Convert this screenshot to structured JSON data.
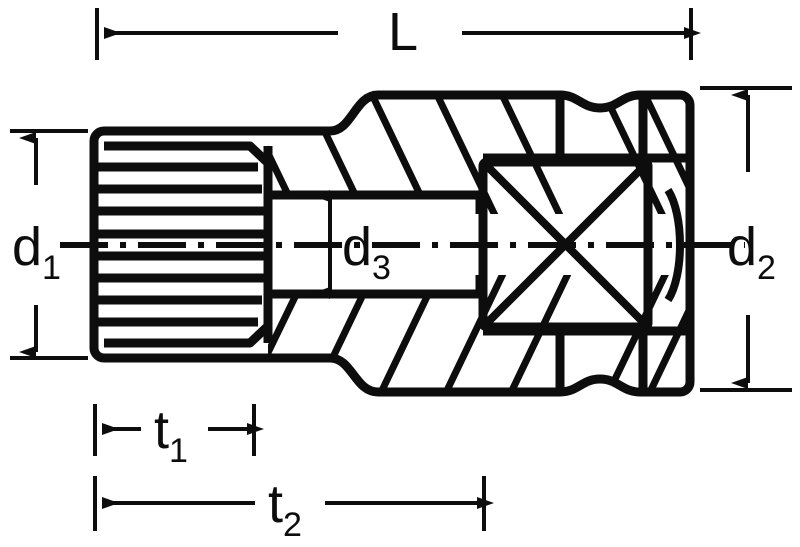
{
  "figure": {
    "type": "engineering-drawing",
    "subject": "socket wrench cross-section",
    "background_color": "#ffffff",
    "line_color": "#0d0d0d"
  },
  "dimensions": {
    "length_overall": {
      "label": "L",
      "sub": "",
      "orientation": "horizontal",
      "position": "top"
    },
    "diameter_spline_end": {
      "label": "d",
      "sub": "1",
      "orientation": "vertical",
      "position": "left"
    },
    "diameter_drive_end": {
      "label": "d",
      "sub": "2",
      "orientation": "vertical",
      "position": "right"
    },
    "bore_diameter": {
      "label": "d",
      "sub": "3",
      "orientation": "vertical",
      "position": "center"
    },
    "depth_spline": {
      "label": "t",
      "sub": "1",
      "orientation": "horizontal",
      "position": "bottom"
    },
    "depth_total": {
      "label": "t",
      "sub": "2",
      "orientation": "horizontal",
      "position": "bottom"
    }
  },
  "labels": {
    "L": "L",
    "d1_base": "d",
    "d1_sub": "1",
    "d2_base": "d",
    "d2_sub": "2",
    "d3_base": "d",
    "d3_sub": "3",
    "t1_base": "t",
    "t1_sub": "1",
    "t2_base": "t",
    "t2_sub": "2"
  }
}
